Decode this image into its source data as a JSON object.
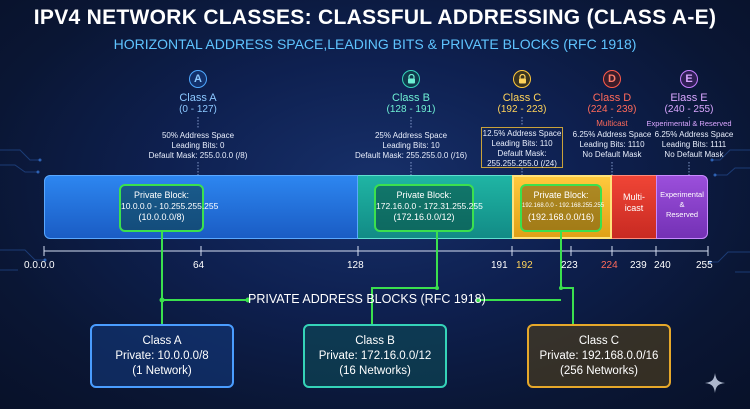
{
  "header": {
    "title": "IPV4 NETWORK CLASSES: CLASSFUL ADDRESSING (CLASS A-E)",
    "subtitle": "HORIZONTAL ADDRESS SPACE,LEADING BITS & PRIVATE BLOCKS (RFC 1918)"
  },
  "classes": [
    {
      "icon": "A",
      "name": "Class A",
      "range": "(0 - 127)",
      "info": [
        "50% Address Space",
        "Leading Bits: 0",
        "Default Mask: 255.0.0.0 (/8)"
      ],
      "color": "#4fa8ff"
    },
    {
      "icon": "lock",
      "name": "Class B",
      "range": "(128 - 191)",
      "info": [
        "25% Address Space",
        "Leading Bits: 10",
        "Default Mask: 255.255.0.0 (/16)"
      ],
      "color": "#35d3b8"
    },
    {
      "icon": "lock",
      "name": "Class C",
      "range": "(192 - 223)",
      "info": [
        "12.5% Address Space",
        "Leading Bits: 110",
        "Default Mask:",
        "255.255.255.0 (/24)"
      ],
      "color": "#ffc83a"
    },
    {
      "icon": "D",
      "name": "Class D",
      "range": "(224 - 239)",
      "tag": "Multicast",
      "info": [
        "6.25% Address Space",
        "Leading Bits: 1110",
        "No Default Mask"
      ],
      "color": "#ff5a4a"
    },
    {
      "icon": "E",
      "name": "Elass E",
      "range": "(240 - 255)",
      "tag": "Experimental & Reserved",
      "info": [
        "6.25% Address Space",
        "Leading Bits: 1111",
        "No Default Mask"
      ],
      "color": "#c77dff"
    }
  ],
  "segments": {
    "d_label": [
      "Multi-",
      "icast"
    ],
    "e_label": [
      "Experimental",
      "&",
      "Reserved"
    ]
  },
  "private_blocks": [
    {
      "title": "Private Block:",
      "range": "10.0.0.0 - 10.255.255.255",
      "cidr": "(10.0.0.0/8)"
    },
    {
      "title": "Private Block:",
      "range": "172.16.0.0 - 172.31.255.255",
      "cidr": "(172.16.0.0/12)"
    },
    {
      "title": "Private Block:",
      "range": "192.168.0.0 - 192.168.255.255",
      "cidr": "(192.168.0.0/16)"
    }
  ],
  "ticks": [
    "0.0.0.0",
    "64",
    "128",
    "191",
    "192",
    "223",
    "224",
    "239",
    "240",
    "255"
  ],
  "section_label": "PRIVATE ADDRESS BLOCKS (RFC 1918)",
  "summary_boxes": [
    {
      "name": "Class A",
      "private": "Private: 10.0.0.0/8",
      "count": "(1 Network)"
    },
    {
      "name": "Class B",
      "private": "Private: 172.16.0.0/12",
      "count": "(16 Networks)"
    },
    {
      "name": "Class C",
      "private": "Private: 192.168.0.0/16",
      "count": "(256 Networks)"
    }
  ],
  "colors": {
    "class_a": "#1f6fd6",
    "class_b": "#16a39a",
    "class_c": "#f2b523",
    "class_d": "#e63a2c",
    "class_e": "#8e3fc9",
    "private_border": "#3be04e"
  }
}
